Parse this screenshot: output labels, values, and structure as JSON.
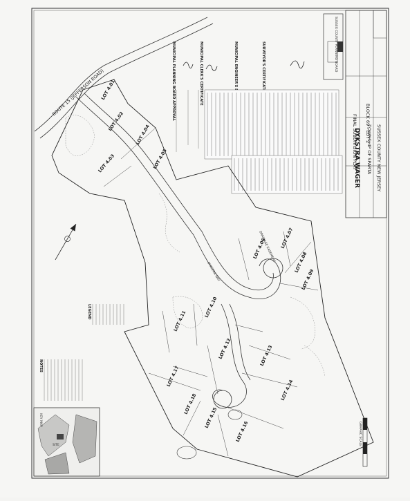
{
  "title_block": {
    "plat_type": "FINAL SUBDIVISION PLAT",
    "block_lot": "BLOCK 69 - LOT 2",
    "project_name": "DYKSTRA WAGER",
    "municipality": "TOWNSHIP OF SPARTA",
    "county_state": "SUSSEX COUNTY NEW JERSEY"
  },
  "approvals": {
    "planning_board": "MUNICIPAL PLANNING BOARD APPROVAL",
    "clerk": "MUNICIPAL CLERK'S CERTIFICATE",
    "engineer": "MUNICIPAL ENGINEER'S STATEMENT",
    "surveyor": "SURVEYOR'S CERTIFICATE",
    "county_board": "SUSSEX COUNTY PLANNING BOARD"
  },
  "roads": {
    "main_road": "ROUTE 15 (JEFFERSON ROAD)",
    "cul_de_sac": "DYKSTRA WAY"
  },
  "lots": [
    "LOT 4.01",
    "LOT 4.02",
    "LOT 4.03",
    "LOT 4.04",
    "LOT 4.05",
    "LOT 4.06",
    "LOT 4.07",
    "LOT 4.08",
    "LOT 4.09",
    "LOT 4.10",
    "LOT 4.11",
    "LOT 4.12",
    "LOT 4.13",
    "LOT 4.14",
    "LOT 4.15",
    "LOT 4.16",
    "LOT 4.17",
    "LOT 4.18"
  ],
  "legend": {
    "title": "LEGEND",
    "notes_title": "NOTES"
  },
  "key_map": {
    "label": "KEY MAP",
    "site_label": "SITE"
  },
  "scale": {
    "label": "GRAPHIC SCALE"
  },
  "easement": {
    "label": "DRAINAGE EASEMENT"
  },
  "colors": {
    "ink": "#333333",
    "paper": "#f6f6f4"
  }
}
